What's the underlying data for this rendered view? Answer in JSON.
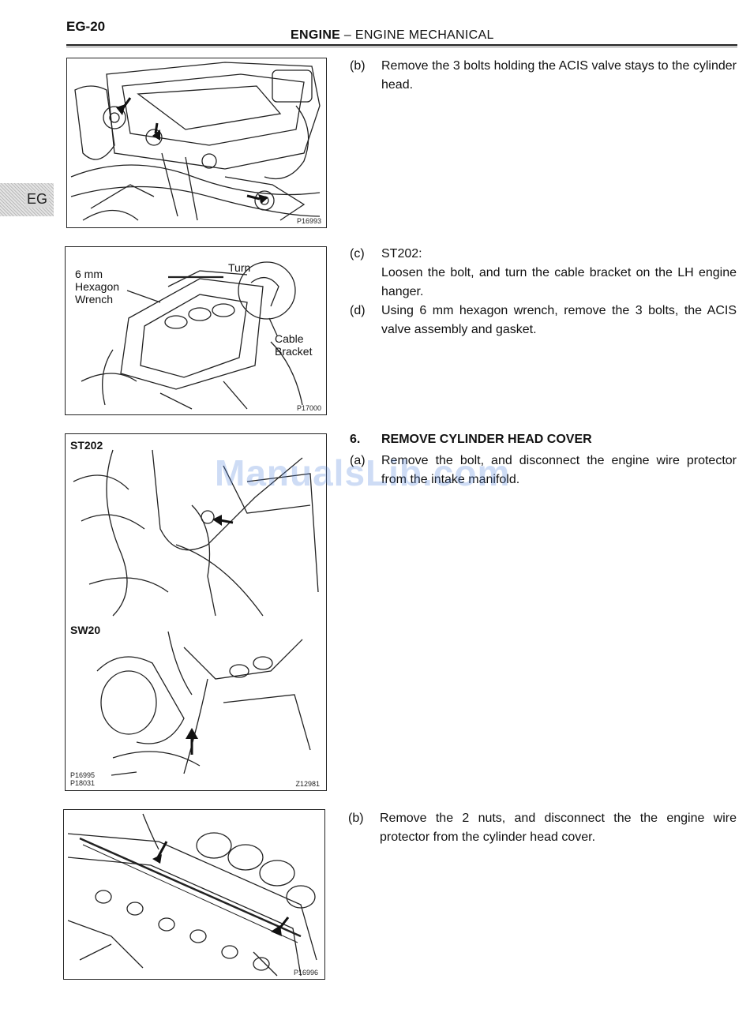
{
  "header": {
    "page_number": "EG-20",
    "section": "ENGINE",
    "separator": "–",
    "subsection": "ENGINE MECHANICAL"
  },
  "side_tab": {
    "label": "EG"
  },
  "figures": {
    "fig1": {
      "code": "P16993"
    },
    "fig2": {
      "code": "P17000",
      "label_wrench": "6 mm\nHexagon\nWrench",
      "label_turn": "Turn",
      "label_bracket": "Cable\nBracket"
    },
    "fig3": {
      "label_top": "ST202",
      "label_bottom": "SW20",
      "codes_left": "P16995\nP18031",
      "code_right": "Z12981"
    },
    "fig4": {
      "code": "P16996"
    }
  },
  "steps": {
    "b1": {
      "label": "(b)",
      "text": "Remove the 3 bolts holding the ACIS valve stays to the cylinder head."
    },
    "c": {
      "label": "(c)",
      "title": "ST202:",
      "text": "Loosen the bolt, and turn the cable bracket on the LH engine hanger."
    },
    "d": {
      "label": "(d)",
      "text": "Using 6 mm hexagon wrench, remove the 3 bolts, the ACIS valve assembly and gasket."
    },
    "s6": {
      "number": "6.",
      "heading": "REMOVE CYLINDER HEAD COVER"
    },
    "a": {
      "label": "(a)",
      "text": "Remove the bolt, and disconnect the engine wire protector from the intake manifold."
    },
    "b2": {
      "label": "(b)",
      "text": "Remove the 2 nuts, and disconnect the the engine wire protector from the cylinder head cover."
    }
  },
  "watermark": {
    "text": "ManualsLib.com"
  }
}
